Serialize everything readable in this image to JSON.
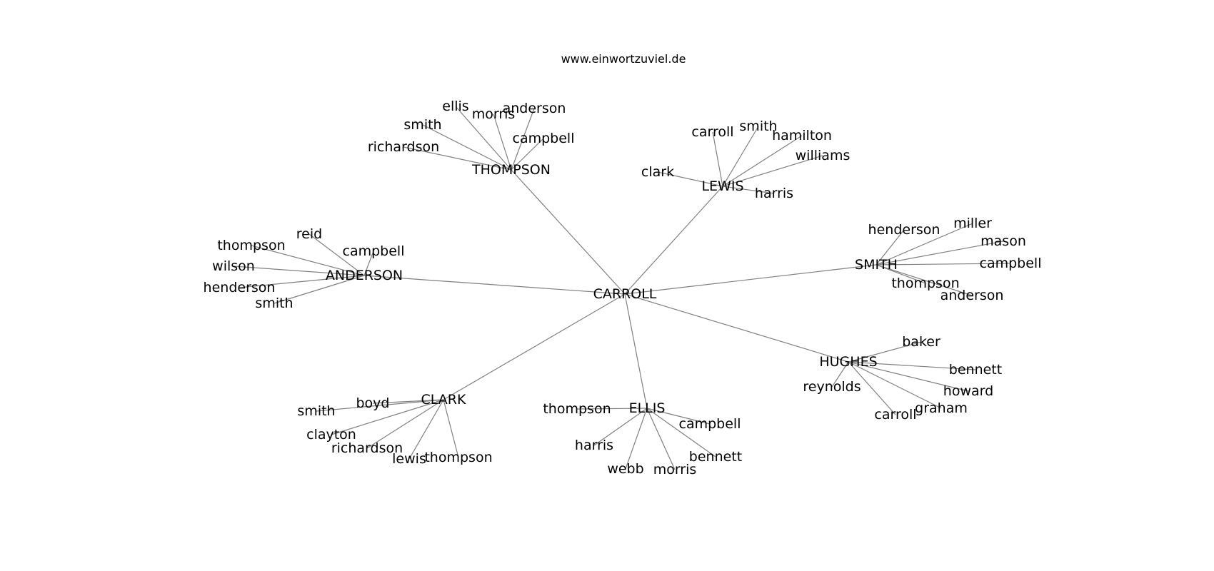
{
  "header": {
    "site": "www.einwortzuviel.de"
  },
  "graph": {
    "root": "CARROLL",
    "hubs": [
      {
        "name": "THOMPSON",
        "leaves": [
          "ellis",
          "morris",
          "anderson",
          "smith",
          "campbell",
          "richardson"
        ]
      },
      {
        "name": "LEWIS",
        "leaves": [
          "carroll",
          "smith",
          "hamilton",
          "williams",
          "clark",
          "harris"
        ]
      },
      {
        "name": "SMITH",
        "leaves": [
          "henderson",
          "miller",
          "mason",
          "campbell",
          "thompson",
          "anderson"
        ]
      },
      {
        "name": "ANDERSON",
        "leaves": [
          "reid",
          "thompson",
          "campbell",
          "wilson",
          "henderson",
          "smith"
        ]
      },
      {
        "name": "HUGHES",
        "leaves": [
          "baker",
          "bennett",
          "reynolds",
          "howard",
          "graham",
          "carroll"
        ]
      },
      {
        "name": "CLARK",
        "leaves": [
          "boyd",
          "smith",
          "clayton",
          "richardson",
          "lewis",
          "thompson"
        ]
      },
      {
        "name": "ELLIS",
        "leaves": [
          "thompson",
          "campbell",
          "harris",
          "bennett",
          "webb",
          "morris"
        ]
      }
    ]
  }
}
